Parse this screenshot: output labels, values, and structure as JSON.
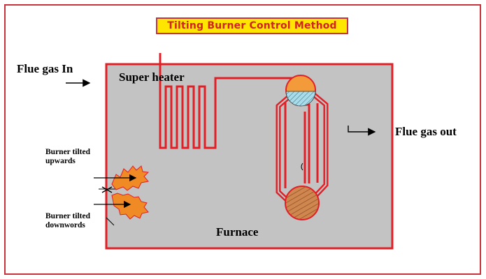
{
  "title": "Tilting Burner Control Method",
  "labels": {
    "flue_gas_in": "Flue gas In",
    "flue_gas_out": "Flue gas out",
    "super_heater": "Super heater",
    "furnace": "Furnace",
    "burner_up_line1": "Burner tilted",
    "burner_up_line2": "upwards",
    "burner_down_line1": "Burner tilted",
    "burner_down_line2": "downwords"
  },
  "colors": {
    "frame": "#c8323a",
    "title_bg": "#ffe600",
    "title_text": "#d3231e",
    "furnace_fill": "#c3c3c3",
    "pipe": "#e01f26",
    "flame": "#f08a24",
    "drum_top": "#f39a3a",
    "drum_water": "#a9dcea",
    "mud_drum": "#d0874f"
  }
}
